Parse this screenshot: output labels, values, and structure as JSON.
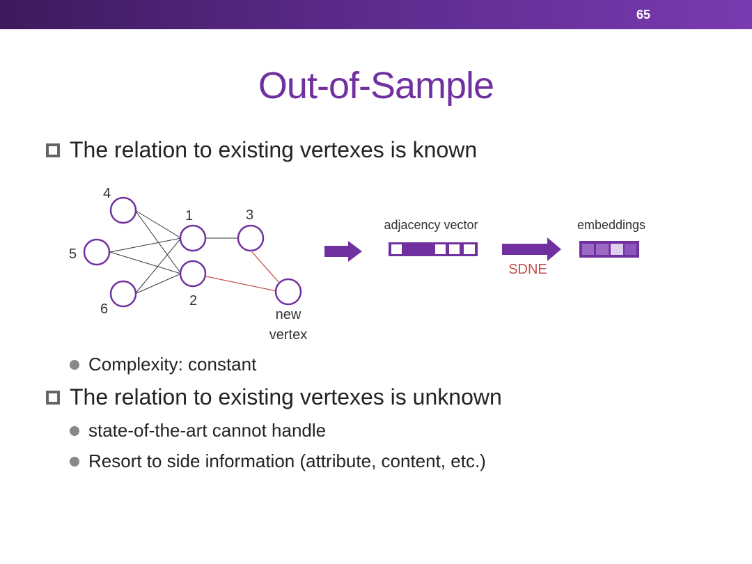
{
  "slide": {
    "page_number": "65",
    "title": "Out-of-Sample"
  },
  "bullets": {
    "known": "The relation to existing vertexes is known",
    "complexity": "Complexity: constant",
    "unknown": "The relation to existing vertexes is unknown",
    "sota": "state-of-the-art cannot handle",
    "side_info": "Resort to side information (attribute, content, etc.)"
  },
  "diagram": {
    "node_labels": {
      "n4": "4",
      "n5": "5",
      "n6": "6",
      "n1": "1",
      "n2": "2",
      "n3": "3",
      "new_line1": "new",
      "new_line2": "vertex"
    },
    "adjacency_label": "adjacency vector",
    "embeddings_label": "embeddings",
    "method_label": "SDNE",
    "colors": {
      "accent": "#7030a0",
      "edge_new": "#c0504d",
      "edge": "#333333",
      "method": "#c0504d"
    }
  }
}
